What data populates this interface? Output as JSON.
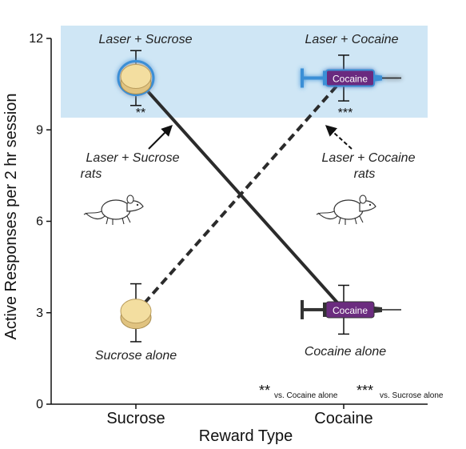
{
  "chart_data": {
    "type": "line",
    "xlabel": "Reward Type",
    "ylabel": "Active Responses per 2 hr session",
    "categories": [
      "Sucrose",
      "Cocaine"
    ],
    "ylim": [
      0,
      12
    ],
    "yticks": [
      "0",
      "3",
      "6",
      "9",
      "12"
    ],
    "series": [
      {
        "group": "Laser + Sucrose rats",
        "line_style": "solid",
        "values": [
          10.7,
          3.1
        ],
        "errors": [
          0.9,
          0.8
        ],
        "point_labels": [
          "Laser + Sucrose",
          "Cocaine alone"
        ]
      },
      {
        "group": "Laser + Cocaine rats",
        "line_style": "dashed",
        "values": [
          3.0,
          10.7
        ],
        "errors": [
          0.95,
          0.75
        ],
        "point_labels": [
          "Sucrose alone",
          "Laser + Cocaine"
        ]
      }
    ],
    "highlight_band": [
      9.4,
      12
    ],
    "highlight_color": "#cfe6f5",
    "significance": [
      {
        "label": "**",
        "category": "Sucrose"
      },
      {
        "label": "***",
        "category": "Cocaine"
      }
    ],
    "annotations": {
      "group_solid": [
        "Laser + Sucrose",
        "rats"
      ],
      "group_dashed": [
        "Laser + Cocaine",
        "rats"
      ]
    },
    "syringe_label": "Cocaine",
    "footnote": {
      "mark1": "**",
      "text1": "vs. Cocaine alone",
      "mark2": "***",
      "text2": "vs. Sucrose alone"
    },
    "colors": {
      "line": "#2b2b2b",
      "syringe_body": "#6b2c7f",
      "sucrose_pellet": "#f3dea0",
      "glow": "#3a8fd6"
    },
    "icons": [
      "sucrose-pellet-icon",
      "cocaine-syringe-icon",
      "rat-icon",
      "arrow-icon"
    ]
  }
}
